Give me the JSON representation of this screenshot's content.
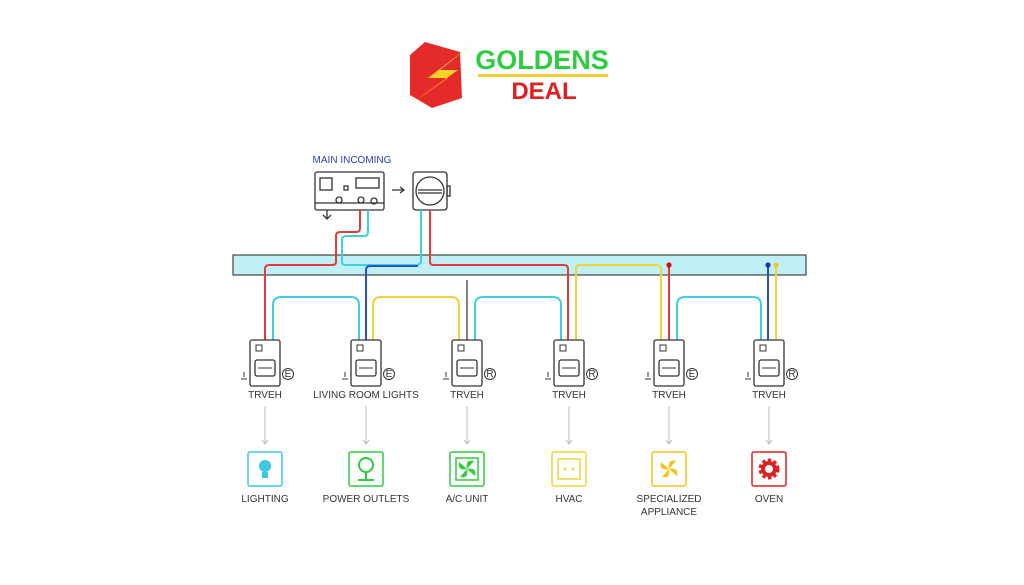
{
  "logo": {
    "line1": "GOLDENS",
    "line2": "DEAL"
  },
  "main_incoming_label": "MAIN INCOMING",
  "breakers": [
    {
      "label": "TRVEH",
      "mark": "E"
    },
    {
      "label": "LIVING ROOM LIGHTS",
      "mark": "E"
    },
    {
      "label": "TRVEH",
      "mark": "R"
    },
    {
      "label": "TRVEH",
      "mark": "R"
    },
    {
      "label": "TRVEH",
      "mark": "E"
    },
    {
      "label": "TRVEH",
      "mark": "R"
    }
  ],
  "loads": [
    {
      "label": "LIGHTING",
      "icon": "lightbulb-icon",
      "color": "#3cc8e0"
    },
    {
      "label": "POWER OUTLETS",
      "icon": "outlet-icon",
      "color": "#2ecc40"
    },
    {
      "label": "A/C UNIT",
      "icon": "fan-icon",
      "color": "#2ecc40"
    },
    {
      "label": "HVAC",
      "icon": "socket-icon",
      "color": "#f2d43a"
    },
    {
      "label_line1": "SPECIALIZED",
      "label_line2": "APPLIANCE",
      "icon": "fan-icon",
      "color": "#f2c41a"
    },
    {
      "label": "OVEN",
      "icon": "gear-icon",
      "color": "#e02020"
    }
  ],
  "colors": {
    "red": "#e23b3b",
    "cyan": "#3fd0e0",
    "blue": "#2a4fc8",
    "yellow": "#f0d438",
    "bus": "#bff0f6"
  }
}
